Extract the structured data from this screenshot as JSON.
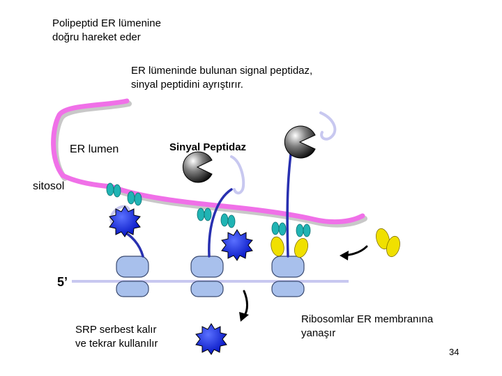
{
  "labels": {
    "caption_top_line1": "Polipeptid ER lümenine",
    "caption_top_line2": "doğru hareket eder",
    "caption_mid_line1": "ER lümeninde bulunan signal peptidaz,",
    "caption_mid_line2": "sinyal peptidini ayrıştırır.",
    "er_lumen": "ER lumen",
    "signal_peptidase": "Sinyal Peptidaz",
    "cytosol": "sitosol",
    "five_prime": "5’",
    "srp_line1": "SRP serbest kalır",
    "srp_line2": "ve tekrar kullanılır",
    "ribosome_line1": "Ribosomlar ER membranına",
    "ribosome_line2": "yanaşır",
    "page_number": "34"
  },
  "colors": {
    "membrane": "#f070e8",
    "membrane_shadow": "#c8c8c8",
    "mrna": "#c8c8f0",
    "ribosome": "#a8c0ec",
    "srp": "#1428e0",
    "translocon": "#20b4b4",
    "receptor": "#f0e000",
    "peptide": "#2830b0",
    "peptidase": "#202020"
  }
}
